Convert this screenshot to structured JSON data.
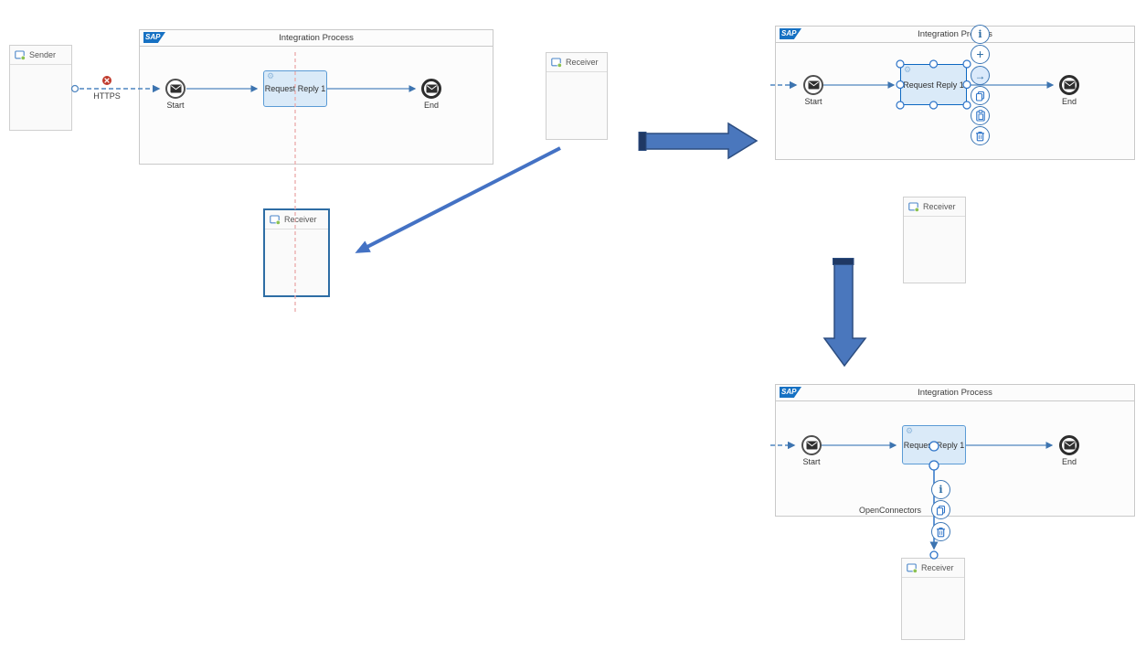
{
  "sap_logo_text": "SAP",
  "flow_panels": [
    {
      "title": "Integration Process",
      "start": "Start",
      "step": "Request Reply 1",
      "end": "End"
    },
    {
      "title": "Integration Process",
      "start": "Start",
      "step": "Request Reply 1",
      "end": "End"
    },
    {
      "title": "Integration Process",
      "start": "Start",
      "step": "Request Reply 1",
      "end": "End",
      "connector_label": "OpenConnectors"
    }
  ],
  "participants": {
    "sender_label": "Sender",
    "receiver_labels": [
      "Receiver",
      "Receiver",
      "Receiver",
      "Receiver"
    ]
  },
  "adapter": {
    "protocol_label": "HTTPS"
  },
  "glyphs": {
    "info": "i",
    "add": "+",
    "connect": "→"
  },
  "context_menus": {
    "step_menu_icons": [
      "info-icon",
      "add-icon",
      "connect-arrow-icon",
      "copy-icon",
      "paste-icon",
      "delete-icon"
    ],
    "connection_menu_icons": [
      "info-icon",
      "copy-icon",
      "delete-icon"
    ]
  },
  "colors": {
    "sap_blue": "#1671c3",
    "flow_line_blue": "#4f86c0",
    "step_fill": "#daeaf8",
    "step_border": "#5b9bd5",
    "selection_blue": "#0d68c1",
    "error_red": "#c0392b",
    "guide_line_red": "#eba9a9",
    "annotation_arrow_fill": "#4a77bd",
    "annotation_arrow_edge": "#2c4d80"
  }
}
